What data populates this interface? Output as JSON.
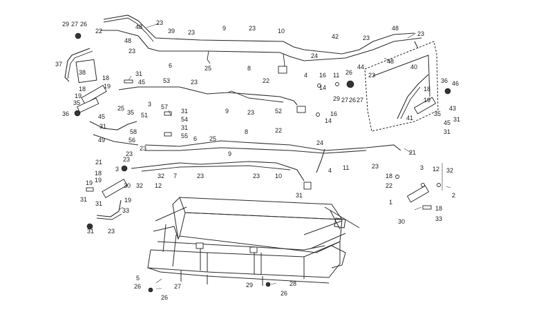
{
  "callouts": [
    {
      "id": "c1",
      "text": "29"
    },
    {
      "id": "c2",
      "text": "27"
    },
    {
      "id": "c3",
      "text": "26"
    },
    {
      "id": "c4",
      "text": "23"
    },
    {
      "id": "c5",
      "text": "48"
    },
    {
      "id": "c6",
      "text": "22"
    },
    {
      "id": "c7",
      "text": "48"
    },
    {
      "id": "c8",
      "text": "23"
    },
    {
      "id": "c9",
      "text": "39"
    },
    {
      "id": "c10",
      "text": "23"
    },
    {
      "id": "c11",
      "text": "9"
    },
    {
      "id": "c12",
      "text": "23"
    },
    {
      "id": "c13",
      "text": "10"
    },
    {
      "id": "c14",
      "text": "42"
    },
    {
      "id": "c15",
      "text": "23"
    },
    {
      "id": "c16",
      "text": "48"
    },
    {
      "id": "c17",
      "text": "23"
    },
    {
      "id": "c18",
      "text": "37"
    },
    {
      "id": "c19",
      "text": "38"
    },
    {
      "id": "c20",
      "text": "6"
    },
    {
      "id": "c21",
      "text": "25"
    },
    {
      "id": "c22",
      "text": "8"
    },
    {
      "id": "c23",
      "text": "24"
    },
    {
      "id": "c24",
      "text": "11"
    },
    {
      "id": "c25",
      "text": "26"
    },
    {
      "id": "c26",
      "text": "44"
    },
    {
      "id": "c27",
      "text": "23"
    },
    {
      "id": "c28",
      "text": "48"
    },
    {
      "id": "c29",
      "text": "40"
    },
    {
      "id": "c30",
      "text": "31"
    },
    {
      "id": "c31",
      "text": "18"
    },
    {
      "id": "c32",
      "text": "45"
    },
    {
      "id": "c33",
      "text": "19"
    },
    {
      "id": "c34",
      "text": "22"
    },
    {
      "id": "c35",
      "text": "4"
    },
    {
      "id": "c36",
      "text": "16"
    },
    {
      "id": "c37",
      "text": "18"
    },
    {
      "id": "c38",
      "text": "19"
    },
    {
      "id": "c39",
      "text": "14"
    },
    {
      "id": "c40",
      "text": "29"
    },
    {
      "id": "c41",
      "text": "27"
    },
    {
      "id": "c42",
      "text": "26"
    },
    {
      "id": "c43",
      "text": "27"
    },
    {
      "id": "c44",
      "text": "36"
    },
    {
      "id": "c45",
      "text": "46"
    },
    {
      "id": "c46",
      "text": "18"
    },
    {
      "id": "c47",
      "text": "19"
    },
    {
      "id": "c48",
      "text": "43"
    },
    {
      "id": "c49",
      "text": "31"
    },
    {
      "id": "c50",
      "text": "35"
    },
    {
      "id": "c51",
      "text": "53"
    },
    {
      "id": "c52",
      "text": "23"
    },
    {
      "id": "c53",
      "text": "25"
    },
    {
      "id": "c54",
      "text": "9"
    },
    {
      "id": "c55",
      "text": "23"
    },
    {
      "id": "c56",
      "text": "52"
    },
    {
      "id": "c57",
      "text": "16"
    },
    {
      "id": "c58",
      "text": "35"
    },
    {
      "id": "c59",
      "text": "3"
    },
    {
      "id": "c60",
      "text": "57"
    },
    {
      "id": "c61",
      "text": "31"
    },
    {
      "id": "c62",
      "text": "36"
    },
    {
      "id": "c63",
      "text": "45"
    },
    {
      "id": "c64",
      "text": "51"
    },
    {
      "id": "c65",
      "text": "54"
    },
    {
      "id": "c66",
      "text": "14"
    },
    {
      "id": "c67",
      "text": "41"
    },
    {
      "id": "c68",
      "text": "35"
    },
    {
      "id": "c69",
      "text": "45"
    },
    {
      "id": "c70",
      "text": "31"
    },
    {
      "id": "c71",
      "text": "31"
    },
    {
      "id": "c72",
      "text": "58"
    },
    {
      "id": "c73",
      "text": "31"
    },
    {
      "id": "c74",
      "text": "22"
    },
    {
      "id": "c75",
      "text": "55"
    },
    {
      "id": "c76",
      "text": "49"
    },
    {
      "id": "c77",
      "text": "56"
    },
    {
      "id": "c78",
      "text": "6"
    },
    {
      "id": "c79",
      "text": "8"
    },
    {
      "id": "c80",
      "text": "23"
    },
    {
      "id": "c81",
      "text": "25"
    },
    {
      "id": "c82",
      "text": "23"
    },
    {
      "id": "c83",
      "text": "24"
    },
    {
      "id": "c84",
      "text": "21"
    },
    {
      "id": "c85",
      "text": "21"
    },
    {
      "id": "c86",
      "text": "23"
    },
    {
      "id": "c87",
      "text": "9"
    },
    {
      "id": "c88",
      "text": "11"
    },
    {
      "id": "c89",
      "text": "23"
    },
    {
      "id": "c90",
      "text": "4"
    },
    {
      "id": "c91",
      "text": "3"
    },
    {
      "id": "c92",
      "text": "32"
    },
    {
      "id": "c93",
      "text": "7"
    },
    {
      "id": "c94",
      "text": "23"
    },
    {
      "id": "c95",
      "text": "23"
    },
    {
      "id": "c96",
      "text": "10"
    },
    {
      "id": "c97",
      "text": "18"
    },
    {
      "id": "c98",
      "text": "3"
    },
    {
      "id": "c99",
      "text": "12"
    },
    {
      "id": "c100",
      "text": "32"
    },
    {
      "id": "c101",
      "text": "18"
    },
    {
      "id": "c102",
      "text": "19"
    },
    {
      "id": "c103",
      "text": "32"
    },
    {
      "id": "c104",
      "text": "12"
    },
    {
      "id": "c105",
      "text": "31"
    },
    {
      "id": "c106",
      "text": "22"
    },
    {
      "id": "c107",
      "text": "19"
    },
    {
      "id": "c108",
      "text": "30"
    },
    {
      "id": "c109",
      "text": "2"
    },
    {
      "id": "c110",
      "text": "31"
    },
    {
      "id": "c111",
      "text": "1"
    },
    {
      "id": "c112",
      "text": "31"
    },
    {
      "id": "c113",
      "text": "33"
    },
    {
      "id": "c114",
      "text": "19"
    },
    {
      "id": "c115",
      "text": "18"
    },
    {
      "id": "c116",
      "text": "30"
    },
    {
      "id": "c117",
      "text": "33"
    },
    {
      "id": "c118",
      "text": "31"
    },
    {
      "id": "c119",
      "text": "23"
    },
    {
      "id": "c120",
      "text": "5"
    },
    {
      "id": "c121",
      "text": "26"
    },
    {
      "id": "c122",
      "text": "27"
    },
    {
      "id": "c123",
      "text": "26"
    },
    {
      "id": "c124",
      "text": "29"
    },
    {
      "id": "c125",
      "text": "28"
    },
    {
      "id": "c126",
      "text": "26"
    },
    {
      "id": "c127",
      "text": "29"
    }
  ]
}
